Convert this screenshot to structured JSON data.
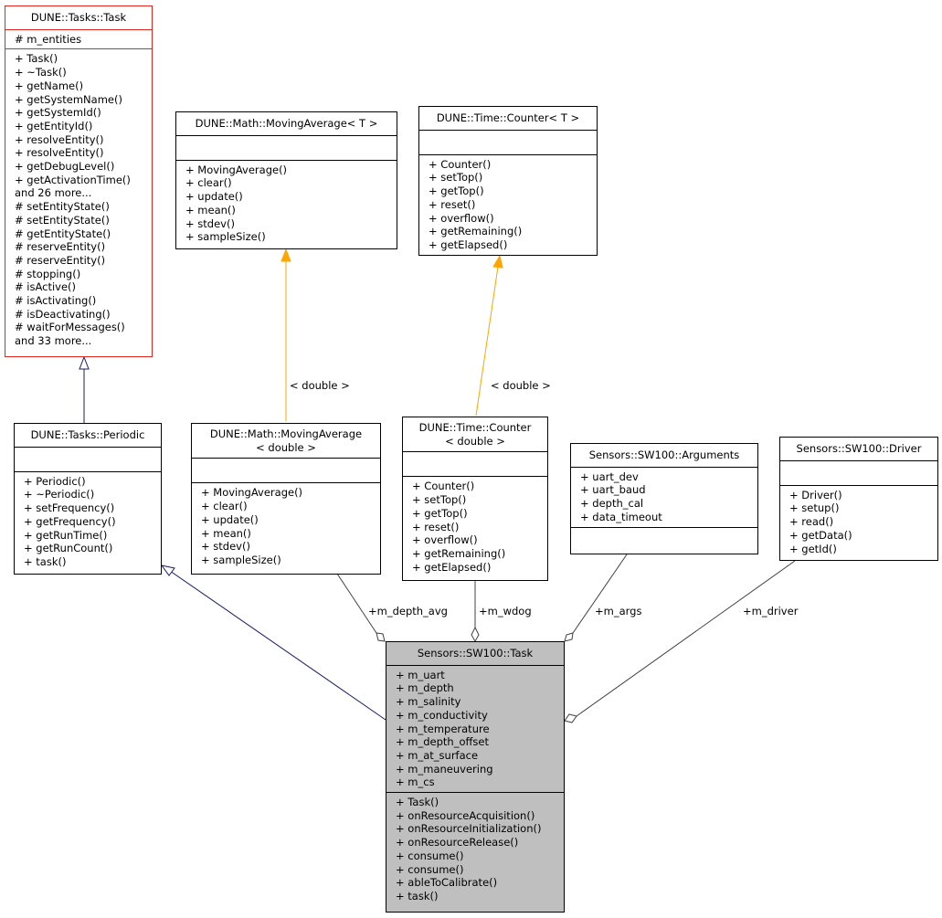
{
  "classes": {
    "task_base": {
      "title": "DUNE::Tasks::Task",
      "attributes": [
        "# m_entities"
      ],
      "methods": [
        "+ Task()",
        "+ ~Task()",
        "+ getName()",
        "+ getSystemName()",
        "+ getSystemId()",
        "+ getEntityId()",
        "+ resolveEntity()",
        "+ resolveEntity()",
        "+ getDebugLevel()",
        "+ getActivationTime()",
        "and 26 more...",
        "# setEntityState()",
        "# setEntityState()",
        "# getEntityState()",
        "# reserveEntity()",
        "# reserveEntity()",
        "# stopping()",
        "# isActive()",
        "# isActivating()",
        "# isDeactivating()",
        "# waitForMessages()",
        "and 33 more..."
      ]
    },
    "moving_average_t": {
      "title": "DUNE::Math::MovingAverage< T >",
      "attributes": [],
      "methods": [
        "+ MovingAverage()",
        "+ clear()",
        "+ update()",
        "+ mean()",
        "+ stdev()",
        "+ sampleSize()"
      ]
    },
    "counter_t": {
      "title": "DUNE::Time::Counter< T >",
      "attributes": [],
      "methods": [
        "+ Counter()",
        "+ setTop()",
        "+ getTop()",
        "+ reset()",
        "+ overflow()",
        "+ getRemaining()",
        "+ getElapsed()"
      ]
    },
    "periodic": {
      "title": "DUNE::Tasks::Periodic",
      "attributes": [],
      "methods": [
        "+ Periodic()",
        "+ ~Periodic()",
        "+ setFrequency()",
        "+ getFrequency()",
        "+ getRunTime()",
        "+ getRunCount()",
        "+ task()"
      ]
    },
    "moving_average_double": {
      "title": "DUNE::Math::MovingAverage\n< double >",
      "attributes": [],
      "methods": [
        "+ MovingAverage()",
        "+ clear()",
        "+ update()",
        "+ mean()",
        "+ stdev()",
        "+ sampleSize()"
      ]
    },
    "counter_double": {
      "title": "DUNE::Time::Counter\n< double >",
      "attributes": [],
      "methods": [
        "+ Counter()",
        "+ setTop()",
        "+ getTop()",
        "+ reset()",
        "+ overflow()",
        "+ getRemaining()",
        "+ getElapsed()"
      ]
    },
    "arguments": {
      "title": "Sensors::SW100::Arguments",
      "attributes": [
        "+ uart_dev",
        "+ uart_baud",
        "+ depth_cal",
        "+ data_timeout"
      ],
      "methods": []
    },
    "driver": {
      "title": "Sensors::SW100::Driver",
      "attributes": [],
      "methods": [
        "+ Driver()",
        "+ setup()",
        "+ read()",
        "+ getData()",
        "+ getId()"
      ]
    },
    "sw100_task": {
      "title": "Sensors::SW100::Task",
      "attributes": [
        "+ m_uart",
        "+ m_depth",
        "+ m_salinity",
        "+ m_conductivity",
        "+ m_temperature",
        "+ m_depth_offset",
        "+ m_at_surface",
        "+ m_maneuvering",
        "+ m_cs"
      ],
      "methods": [
        "+ Task()",
        "+ onResourceAcquisition()",
        "+ onResourceInitialization()",
        "+ onResourceRelease()",
        "+ consume()",
        "+ consume()",
        "+ ableToCalibrate()",
        "+ task()"
      ]
    }
  },
  "edge_labels": {
    "template_moving_average": "< double >",
    "template_counter": "< double >",
    "depth_avg": "+m_depth_avg",
    "wdog": "+m_wdog",
    "args": "+m_args",
    "driver": "+m_driver"
  },
  "colors": {
    "inheritance": "#191970",
    "template": "#ffa500",
    "composition": "#404040",
    "highlight_fill": "#bfbfbf",
    "base_border": "#e0261e"
  }
}
